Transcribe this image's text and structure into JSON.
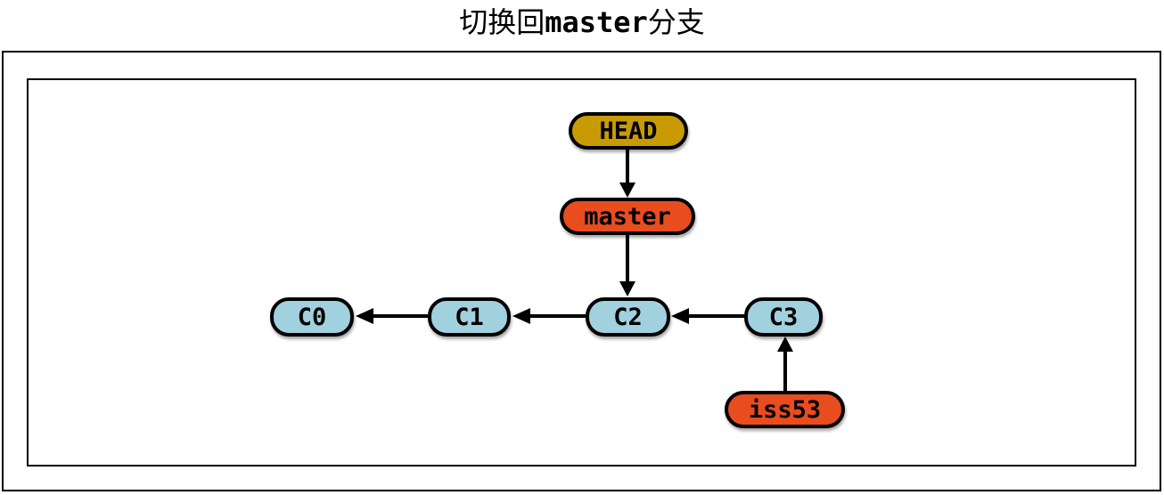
{
  "title": {
    "prefix": "切换回",
    "branch": "master",
    "suffix": "分支"
  },
  "diagram": {
    "colors": {
      "head": "#c89b05",
      "branch": "#e94c1f",
      "commit": "#a1d0df",
      "line": "#000000"
    },
    "nodes": {
      "head": {
        "label": "HEAD",
        "type": "head-pointer"
      },
      "master": {
        "label": "master",
        "type": "branch"
      },
      "iss53": {
        "label": "iss53",
        "type": "branch"
      },
      "c0": {
        "label": "C0",
        "type": "commit"
      },
      "c1": {
        "label": "C1",
        "type": "commit"
      },
      "c2": {
        "label": "C2",
        "type": "commit"
      },
      "c3": {
        "label": "C3",
        "type": "commit"
      }
    },
    "edges": [
      {
        "from": "HEAD",
        "to": "master"
      },
      {
        "from": "master",
        "to": "C2"
      },
      {
        "from": "C1",
        "to": "C0"
      },
      {
        "from": "C2",
        "to": "C1"
      },
      {
        "from": "C3",
        "to": "C2"
      },
      {
        "from": "iss53",
        "to": "C3"
      }
    ]
  }
}
